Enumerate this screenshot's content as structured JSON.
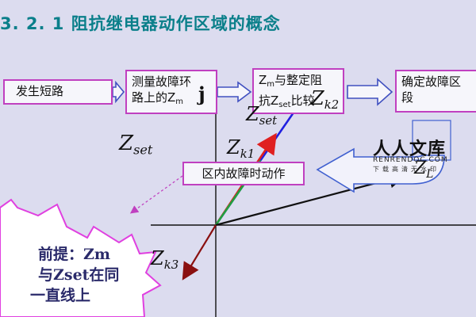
{
  "title": "3. 2. 1  阻抗继电器动作区域的概念",
  "flow": {
    "step1": "发生短路",
    "step2_line1": "测量故障环",
    "step2_line2_pre": "路上的Z",
    "step2_line2_sub": "m",
    "step3_line1_pre": "Z",
    "step3_line1_sub": "m",
    "step3_line1_post": "与整定阻",
    "step3_line2_pre": "抗Z",
    "step3_line2_sub": "set",
    "step3_line2_post": "比较",
    "step4_line1": "确定故障区",
    "step4_line2": "段"
  },
  "labels": {
    "z_main": "Z",
    "zset_base": "Z",
    "zset_sub": "set",
    "zk1_base": "Z",
    "zk1_sub": "k1",
    "zk2_base": "Z",
    "zk2_sub": "k2",
    "zk3_base": "Z",
    "zk3_sub": "k3",
    "zset_left_base": "Z",
    "zset_left_sub": "set",
    "zl_base": "Z",
    "zl_sub": "L",
    "j_axis": "j"
  },
  "inner_box": "区内故障时动作",
  "premise": {
    "line1": "前提：Zm",
    "line2": "与Zset在同",
    "line3": "一直线上"
  },
  "watermark": {
    "title": "人人文库",
    "url": "RENRENDOC.COM",
    "tag": "下载高清无水印"
  },
  "colors": {
    "title": "#0a7f8a",
    "box_border": "#c040c0",
    "vector_zset": "#2020e0",
    "vector_zk1": "#e02020",
    "vector_green": "#20a040",
    "vector_zl": "#111111",
    "vector_zk3": "#8a1010",
    "star_fill": "#ffffff",
    "star_border": "#e040e0",
    "blue_arrow": "#4060d0"
  }
}
